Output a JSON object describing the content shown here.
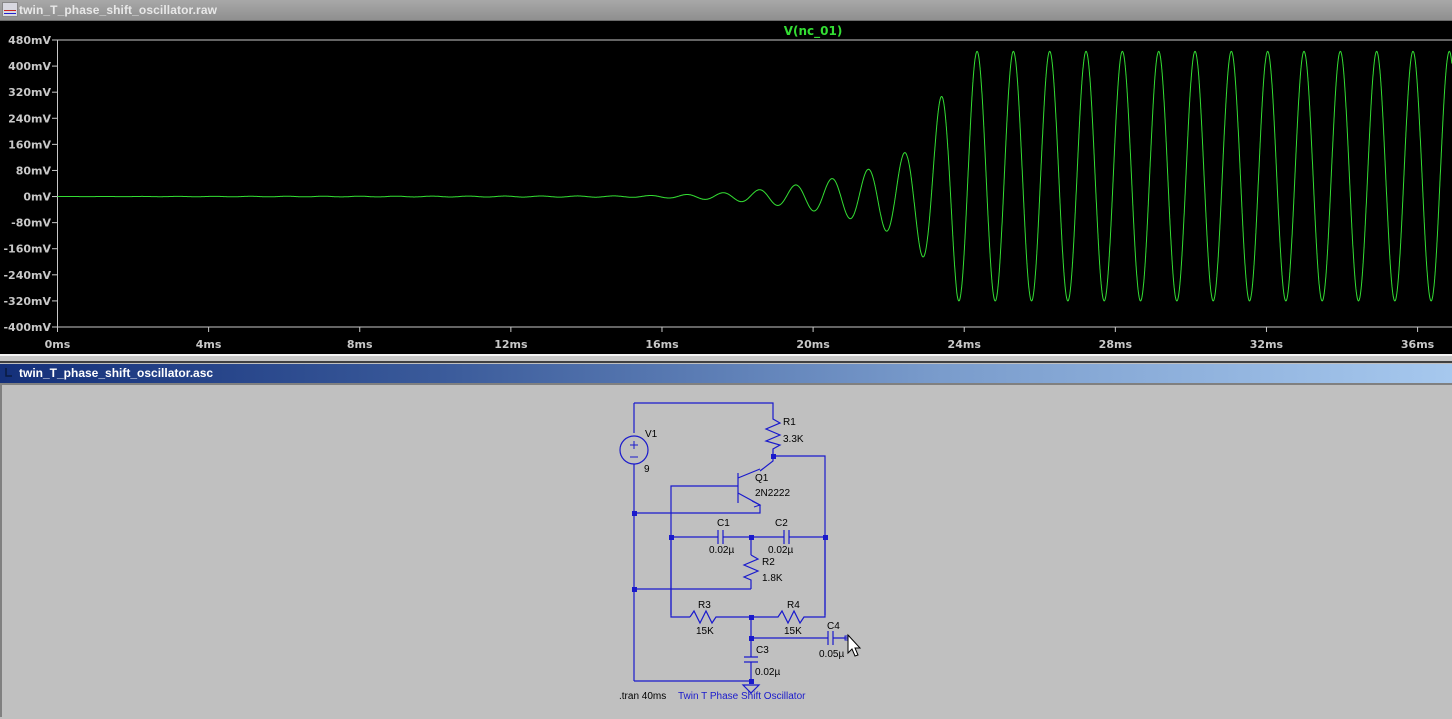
{
  "waveform_window": {
    "title": "twin_T_phase_shift_oscillator.raw",
    "icon": "waveform-file-icon"
  },
  "schematic_window": {
    "title": "twin_T_phase_shift_oscillator.asc",
    "icon": "schematic-file-icon"
  },
  "chart_data": {
    "type": "line",
    "title": "V(nc_01)",
    "xlabel": "",
    "ylabel": "",
    "x_unit": "ms",
    "y_unit": "mV",
    "xlim": [
      0,
      37
    ],
    "ylim": [
      -400,
      480
    ],
    "x_ticks": [
      "0ms",
      "4ms",
      "8ms",
      "12ms",
      "16ms",
      "20ms",
      "24ms",
      "28ms",
      "32ms",
      "36ms"
    ],
    "x_tick_values": [
      0,
      4,
      8,
      12,
      16,
      20,
      24,
      28,
      32,
      36
    ],
    "y_ticks": [
      "480mV",
      "400mV",
      "320mV",
      "240mV",
      "160mV",
      "80mV",
      "0mV",
      "-80mV",
      "-160mV",
      "-240mV",
      "-320mV",
      "-400mV"
    ],
    "y_tick_values": [
      480,
      400,
      320,
      240,
      160,
      80,
      0,
      -80,
      -160,
      -240,
      -320,
      -400
    ],
    "grid": false,
    "series": [
      {
        "name": "V(nc_01)",
        "color": "#33dd33",
        "description": "Oscillation starting near 15ms, exponentially growing, saturating around 23.5ms",
        "frequency_hz": 1040,
        "envelope_points": [
          {
            "t_ms": 0,
            "amp_mV": 0
          },
          {
            "t_ms": 15,
            "amp_mV": 2
          },
          {
            "t_ms": 17,
            "amp_mV": 8
          },
          {
            "t_ms": 18.5,
            "amp_mV": 20
          },
          {
            "t_ms": 19.5,
            "amp_mV": 35
          },
          {
            "t_ms": 20.5,
            "amp_mV": 55
          },
          {
            "t_ms": 21.5,
            "amp_mV": 85
          },
          {
            "t_ms": 22.5,
            "amp_mV": 140
          },
          {
            "t_ms": 23.2,
            "amp_mV": 240
          },
          {
            "t_ms": 23.8,
            "amp_mV": 380
          },
          {
            "t_ms": 24.3,
            "amp_mV": 385
          },
          {
            "t_ms": 37,
            "amp_mV": 385
          }
        ],
        "steady_state_max_mV": 445,
        "steady_state_min_mV": -320,
        "steady_state_offset_mV": 62
      }
    ]
  },
  "schematic": {
    "components": [
      {
        "ref": "V1",
        "value": "9",
        "type": "voltage-source"
      },
      {
        "ref": "R1",
        "value": "3.3K",
        "type": "resistor"
      },
      {
        "ref": "Q1",
        "value": "2N2222",
        "type": "npn-transistor"
      },
      {
        "ref": "C1",
        "value": "0.02µ",
        "type": "capacitor"
      },
      {
        "ref": "C2",
        "value": "0.02µ",
        "type": "capacitor"
      },
      {
        "ref": "R2",
        "value": "1.8K",
        "type": "resistor"
      },
      {
        "ref": "R3",
        "value": "15K",
        "type": "resistor"
      },
      {
        "ref": "R4",
        "value": "15K",
        "type": "resistor"
      },
      {
        "ref": "C3",
        "value": "0.02µ",
        "type": "capacitor"
      },
      {
        "ref": "C4",
        "value": "0.05µ",
        "type": "capacitor"
      }
    ],
    "directive": ".tran 40ms",
    "comment": "Twin T Phase Shift Oscillator",
    "wire_color": "#1a1acc"
  }
}
